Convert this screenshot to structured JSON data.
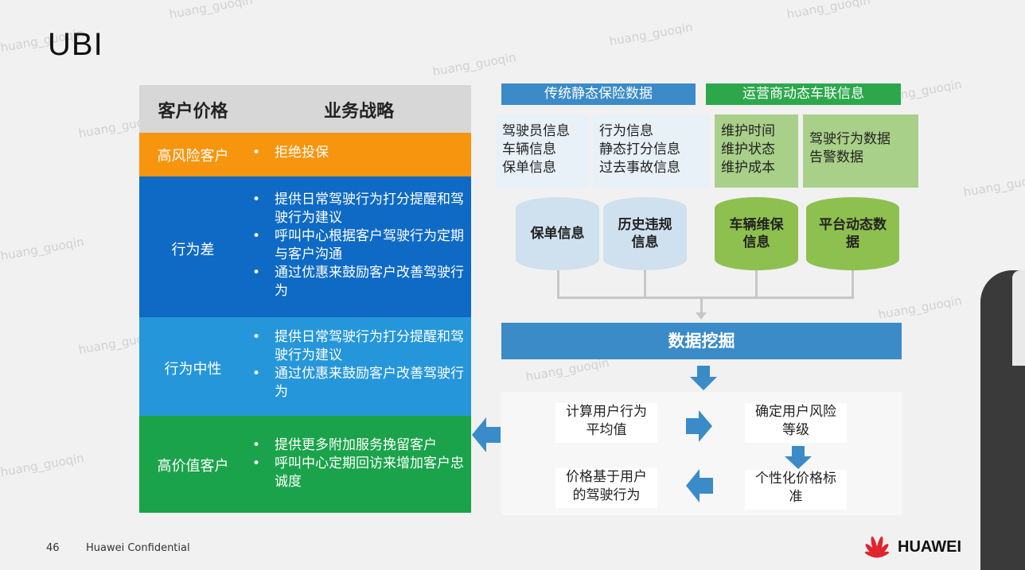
{
  "slide": {
    "title": "UBI",
    "page_number": "46",
    "confidential": "Huawei Confidential",
    "brand": "HUAWEI",
    "watermark": "huang_guoqin"
  },
  "table": {
    "header": {
      "col1": "客户价格",
      "col2": "业务战略"
    },
    "rows": [
      {
        "name": "高风险客户",
        "color": "#f7950e",
        "items": [
          "拒绝投保"
        ]
      },
      {
        "name": "行为差",
        "color": "#0e6ac4",
        "items": [
          "提供日常驾驶行为打分提醒和驾驶行为建议",
          "呼叫中心根据客户驾驶行为定期与客户沟通",
          "通过优惠来鼓励客户改善驾驶行为"
        ]
      },
      {
        "name": "行为中性",
        "color": "#2696da",
        "items": [
          "提供日常驾驶行为打分提醒和驾驶行为建议",
          "通过优惠来鼓励客户改善驾驶行为"
        ]
      },
      {
        "name": "高价值客户",
        "color": "#1aa34a",
        "items": [
          "提供更多附加服务挽留客户",
          "呼叫中心定期回访来增加客户忠诚度"
        ]
      }
    ]
  },
  "diagram": {
    "colors": {
      "blue": "#3a8bc8",
      "green": "#2ca84b",
      "light_blue_box": "#e9f1f8",
      "light_green_box": "#a9d089",
      "cyl_blue": "#cfe1ef",
      "cyl_green": "#8ec04f"
    },
    "headers": {
      "left": "传统静态保险数据",
      "right": "运营商动态车联信息"
    },
    "info_boxes": [
      "驾驶员信息\n车辆信息\n保单信息",
      "行为信息\n静态打分信息\n过去事故信息",
      "维护时间\n维护状态\n维护成本",
      "驾驶行为数据\n告警数据"
    ],
    "cylinders": [
      "保单信息",
      "历史违规\n信息",
      "车辆维保\n信息",
      "平台动态数\n据"
    ],
    "mining_label": "数据挖掘",
    "flow": {
      "step1": "计算用户行为\n平均值",
      "step2": "确定用户风险\n等级",
      "step3": "个性化价格标\n准",
      "step4": "价格基于用户\n的驾驶行为"
    }
  }
}
